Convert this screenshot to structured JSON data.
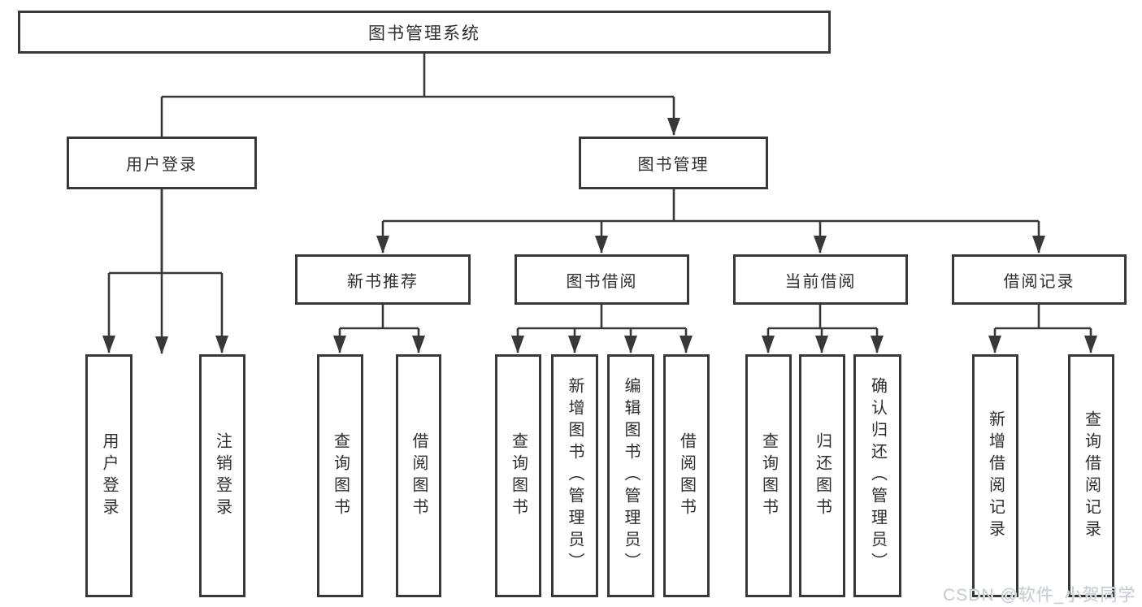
{
  "diagram": {
    "title": "图书管理系统",
    "root": {
      "label": "图书管理系统"
    },
    "level2": [
      {
        "id": "user-login",
        "label": "用户登录"
      },
      {
        "id": "book-management",
        "label": "图书管理"
      }
    ],
    "level3": [
      {
        "id": "new-book-recommend",
        "label": "新书推荐"
      },
      {
        "id": "book-borrowing",
        "label": "图书借阅"
      },
      {
        "id": "current-borrowing",
        "label": "当前借阅"
      },
      {
        "id": "borrowing-records",
        "label": "借阅记录"
      }
    ],
    "leaves": {
      "user_login_group": [
        "用户登录",
        "注销登录"
      ],
      "new_book_group": [
        "查询图书",
        "借阅图书"
      ],
      "borrow_group": [
        "查询图书",
        "新增图书（管理员）",
        "编辑图书（管理员）",
        "借阅图书"
      ],
      "current_group": [
        "查询图书",
        "归还图书",
        "确认归还（管理员）"
      ],
      "records_group": [
        "新增借阅记录",
        "查询借阅记录"
      ]
    },
    "colors": {
      "line": "#383838",
      "box_border": "#383838",
      "text": "#2e2e2e",
      "background": "#ffffff",
      "watermark": "#c7ccd4"
    }
  },
  "watermark": {
    "text": "CSDN @软件_小贺同学"
  }
}
